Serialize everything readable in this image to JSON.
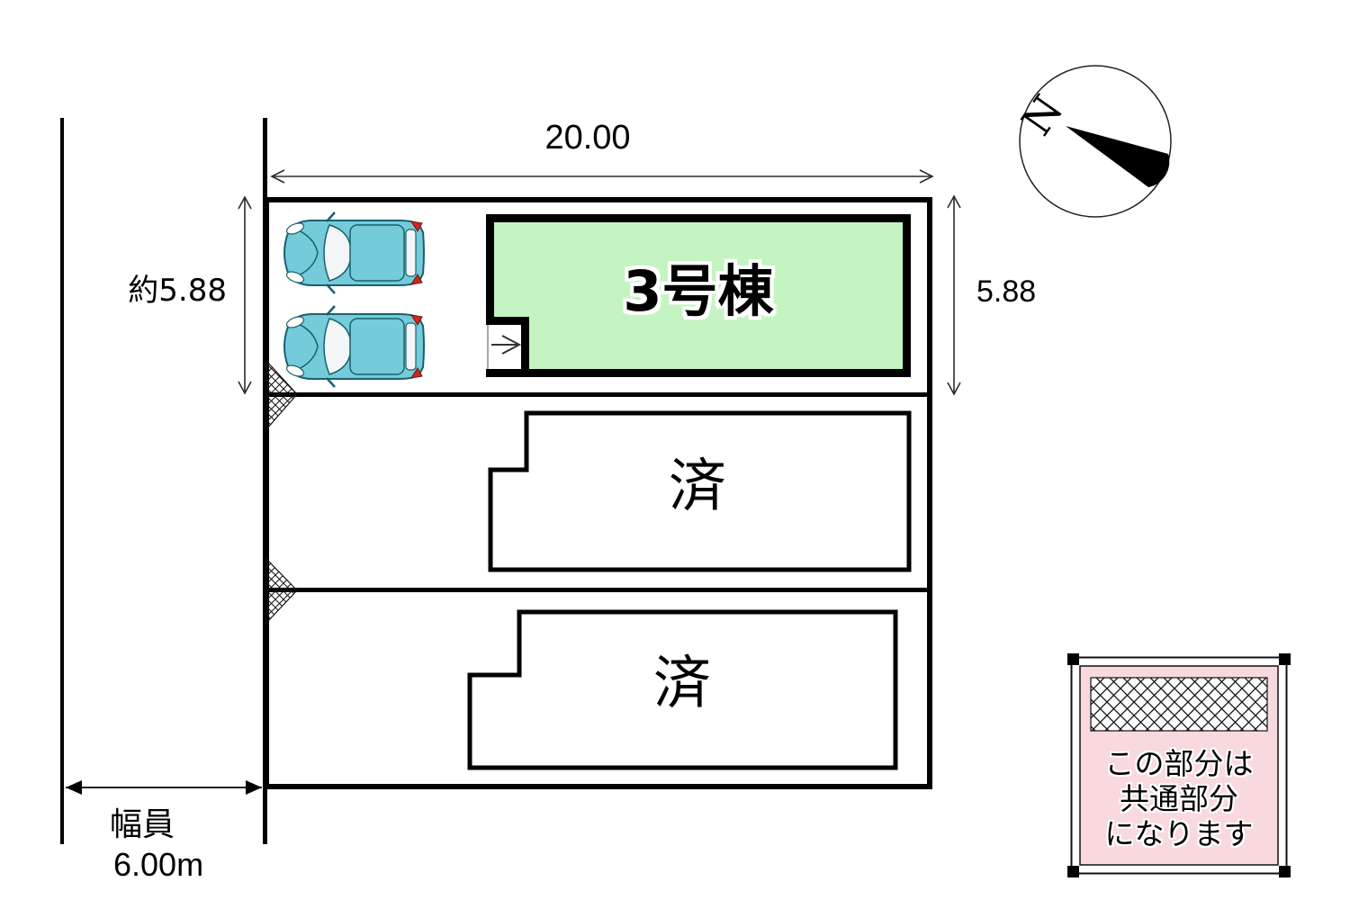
{
  "page": {
    "background": "#ffffff"
  },
  "colors": {
    "ink": "#000000",
    "dim": "#2b2b2b",
    "building-green": "#c4f4c2",
    "legend-pink": "#f8d9de",
    "car-body": "#74cbd9",
    "car-outline": "#19606e",
    "light-red": "#c9291d",
    "notch-gray": "#8a8a8a"
  },
  "dimensions": {
    "top_width": "20.00",
    "left_depth": "約5.88",
    "right_depth": "5.88",
    "road": {
      "label": "幅員",
      "value": "6.00m"
    }
  },
  "lots": {
    "featured": {
      "label": "3号棟"
    },
    "sold_1": {
      "label": "済"
    },
    "sold_2": {
      "label": "済"
    }
  },
  "legend": {
    "lines": [
      "この部分は",
      "共通部分",
      "になります"
    ]
  },
  "compass": {
    "north_label": "N"
  }
}
